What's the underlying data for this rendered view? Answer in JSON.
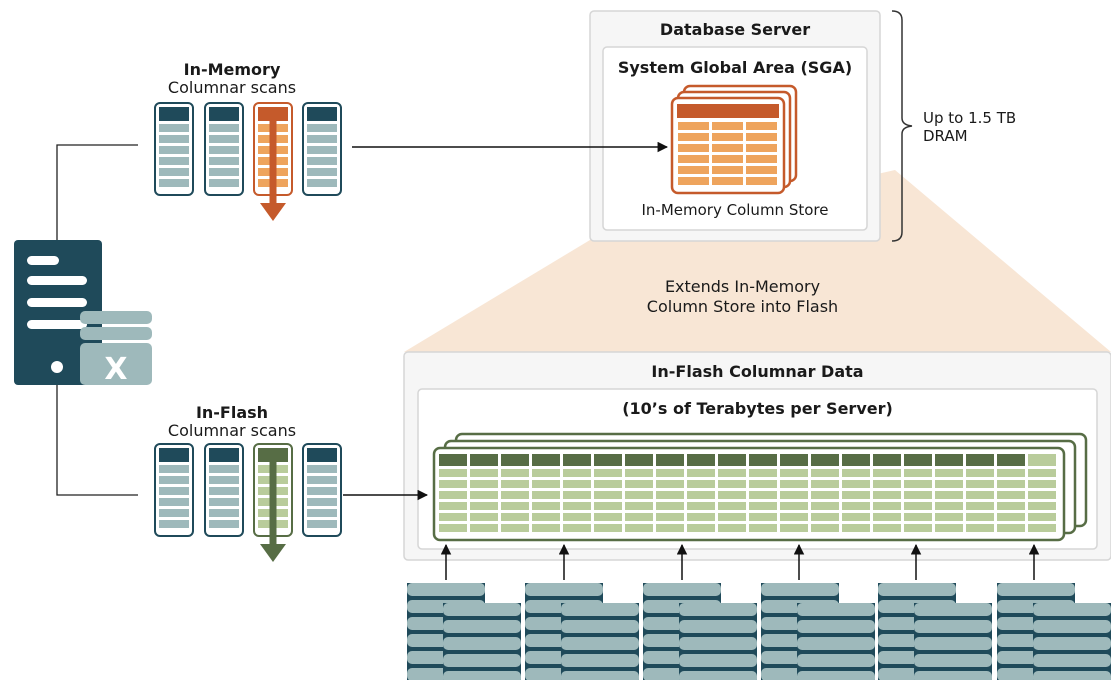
{
  "colors": {
    "dark_teal": "#1f4a5a",
    "light_teal": "#9eb9bb",
    "orange": "#c55a2b",
    "orange_light": "#eea45d",
    "green": "#576d45",
    "green_light": "#b9cc9b",
    "box_border": "#d6d6d6",
    "box_fill": "#f6f6f6",
    "funnel": "#f8e6d5"
  },
  "in_memory": {
    "title": "In-Memory",
    "subtitle": "Columnar scans"
  },
  "in_flash": {
    "title": "In-Flash",
    "subtitle": "Columnar scans"
  },
  "db_server": {
    "title": "Database Server",
    "sga_title": "System Global Area (SGA)",
    "column_store_label": "In-Memory Column Store"
  },
  "dram_label": {
    "line1": "Up to 1.5 TB",
    "line2": "DRAM"
  },
  "extends_label": {
    "line1": "Extends In-Memory",
    "line2": "Column Store into Flash"
  },
  "flash_box": {
    "title": "In-Flash Columnar Data",
    "subtitle": "(10’s of Terabytes per Server)"
  },
  "server_icon": {
    "badge": "X",
    "icon": "server-icon"
  },
  "storage_icon": "storage-stack-icon"
}
